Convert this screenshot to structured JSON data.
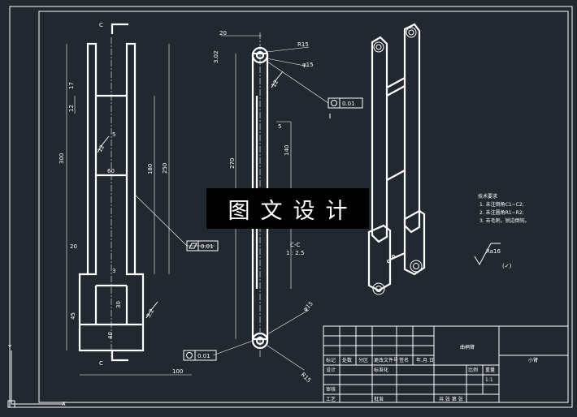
{
  "watermark": "图文设计",
  "section_marker": "C",
  "section_label": "C-C",
  "section_scale": "1 : 2.5",
  "left_dims": {
    "d300": "300",
    "d17": "17",
    "d12": "12",
    "d5": "5",
    "d60": "60",
    "d180": "180",
    "d250": "250",
    "d20": "20",
    "d3": "3",
    "d30": "30",
    "d45": "45",
    "d40": "40",
    "d100": "100",
    "flatness": "0.01",
    "ra": "12",
    "ra2": "3.2"
  },
  "mid_dims": {
    "d20": "20",
    "r15": "R15",
    "d302": "3.02",
    "phi15": "φ15",
    "d5": "5",
    "d140": "140",
    "d270": "270",
    "ra": "12",
    "circ_top": "0.01",
    "circ_bot": "0.01",
    "phi15b": "φ15",
    "r15b": "R15"
  },
  "notes": {
    "title": "技术要求",
    "line1": "1. 未注倒角C1~C2;",
    "line2": "2. 未注圆角R1~R2;",
    "line3": "3. 去毛刺，锐边倒钝。",
    "ra": "Ra16"
  },
  "title_block": {
    "part_name": "曲柄臂",
    "drawing_no": "小臂",
    "design": "设计",
    "check": "审核",
    "process": "工艺",
    "approve": "批准",
    "date": "年.月.日",
    "scale": "1:1",
    "weight": "重量",
    "mark": "标记",
    "qty": "处数",
    "zone": "分区",
    "change_doc": "更改文件号",
    "sign": "签名",
    "standard": "标准化",
    "ratio_label": "比例",
    "sheet": "共 张 第 张"
  },
  "ucs": {
    "x": "X",
    "y": "Y"
  }
}
